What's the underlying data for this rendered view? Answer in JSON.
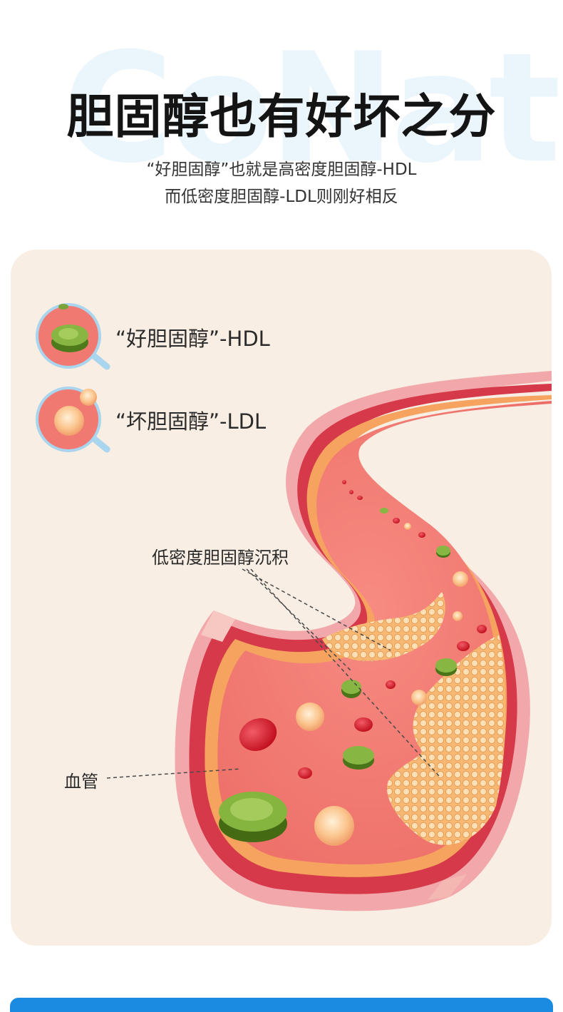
{
  "watermark": "CoNat",
  "title": "胆固醇也有好坏之分",
  "subtitle_line1": "“好胆固醇”也就是高密度胆固醇-HDL",
  "subtitle_line2": "而低密度胆固醇-LDL则刚好相反",
  "legend": {
    "hdl_label": "“好胆固醇”-HDL",
    "ldl_label": "“坏胆固醇”-LDL"
  },
  "callouts": {
    "ldl_deposit": "低密度胆固醇沉积",
    "vessel": "血管"
  },
  "colors": {
    "card_bg": "#f8eee3",
    "vessel_outer": "#f0a1a5",
    "vessel_wall": "#d53a4a",
    "blood": "#f07a72",
    "plaque": "#f7c48a",
    "hdl_green": "#7aa33a",
    "ldl_orange": "#f9c08a",
    "rbc_red": "#d9202f",
    "accent_blue": "#1a8be0"
  },
  "icons": [
    "magnifier-hdl-icon",
    "magnifier-ldl-icon"
  ]
}
